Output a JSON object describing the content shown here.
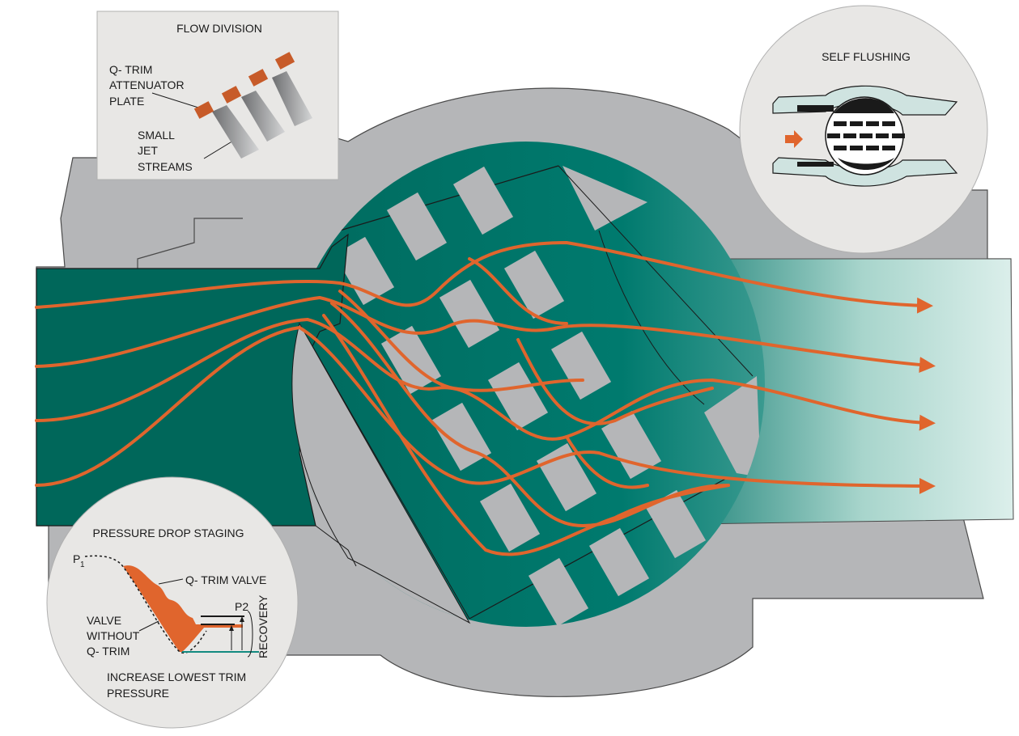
{
  "colors": {
    "flow": "#e0652d",
    "teal_dark": "#00695c",
    "teal_mid": "#007a6e",
    "teal_light": "#d8efea",
    "body_gray": "#b5b6b8",
    "inset_bg": "#e8e7e5"
  },
  "flow_division": {
    "title": "FLOW DIVISION",
    "plate_label": [
      "Q- TRIM",
      "ATTENUATOR",
      "PLATE"
    ],
    "jet_label": [
      "SMALL",
      "JET",
      "STREAMS"
    ]
  },
  "self_flushing": {
    "title": "SELF FLUSHING",
    "arrow_icon": "right-arrow-icon"
  },
  "pressure_drop": {
    "title": "PRESSURE DROP STAGING",
    "p1_label": "P",
    "p1_subscript": "1",
    "qtrim_label": "Q- TRIM  VALVE",
    "p2_label": "P2",
    "without_label": [
      "VALVE",
      "WITHOUT",
      "Q- TRIM"
    ],
    "recovery_label": "RECOVERY",
    "increase_label": [
      "INCREASE LOWEST TRIM",
      "PRESSURE"
    ]
  }
}
